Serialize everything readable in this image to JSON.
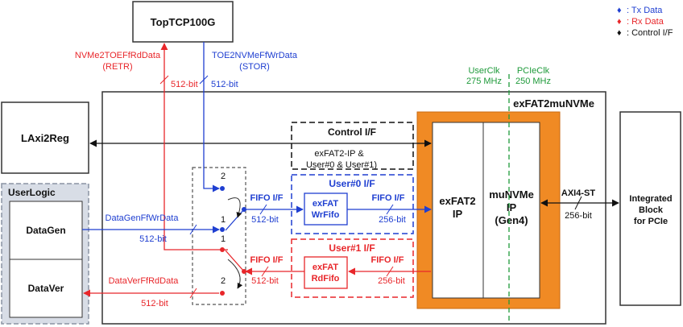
{
  "legend": {
    "tx": {
      "symbol": "♦",
      "label": ": Tx Data",
      "color": "#1f3fd1"
    },
    "rx": {
      "symbol": "♦",
      "label": ": Rx Data",
      "color": "#e8262a"
    },
    "ctrl": {
      "symbol": "♦",
      "label": ": Control I/F",
      "color": "#111111"
    }
  },
  "blocks": {
    "toptcp": "TopTCP100G",
    "laxi2reg": "LAxi2Reg",
    "userlogic": "UserLogic",
    "datagen": "DataGen",
    "dataver": "DataVer",
    "exfat2munvme": "exFAT2muNVMe",
    "exfat2ip_line1": "exFAT2",
    "exfat2ip_line2": "IP",
    "munvme_line1": "muNVMe",
    "munvme_line2": "IP",
    "munvme_line3": "(Gen4)",
    "integrated_line1": "Integrated",
    "integrated_line2": "Block",
    "integrated_line3": "for PCIe",
    "wrfifo_line1": "exFAT",
    "wrfifo_line2": "WrFifo",
    "rdfifo_line1": "exFAT",
    "rdfifo_line2": "RdFifo"
  },
  "groups": {
    "control_if": "Control I/F",
    "control_desc_line1": "exFAT2-IP &",
    "control_desc_line2": "User#0 & User#1)",
    "user0_if": "User#0 I/F",
    "user1_if": "User#1 I/F"
  },
  "clocks": {
    "userclk": "UserClk",
    "userclk_freq": "275 MHz",
    "pcieclk": "PCIeClk",
    "pcieclk_freq": "250 MHz"
  },
  "signals": {
    "nvme2toe_line1": "NVMe2TOEFfRdData",
    "nvme2toe_line2": "(RETR)",
    "toe2nvme_line1": "TOE2NVMeFfWrData",
    "toe2nvme_line2": "(STOR)",
    "width512": "512-bit",
    "width256": "256-bit",
    "datagen_sig": "DataGenFfWrData",
    "dataver_sig": "DataVerFfRdData",
    "fifo_if": "FIFO I/F",
    "axi4st": "AXI4-ST"
  },
  "mux": {
    "n1": "1",
    "n2": "2"
  }
}
